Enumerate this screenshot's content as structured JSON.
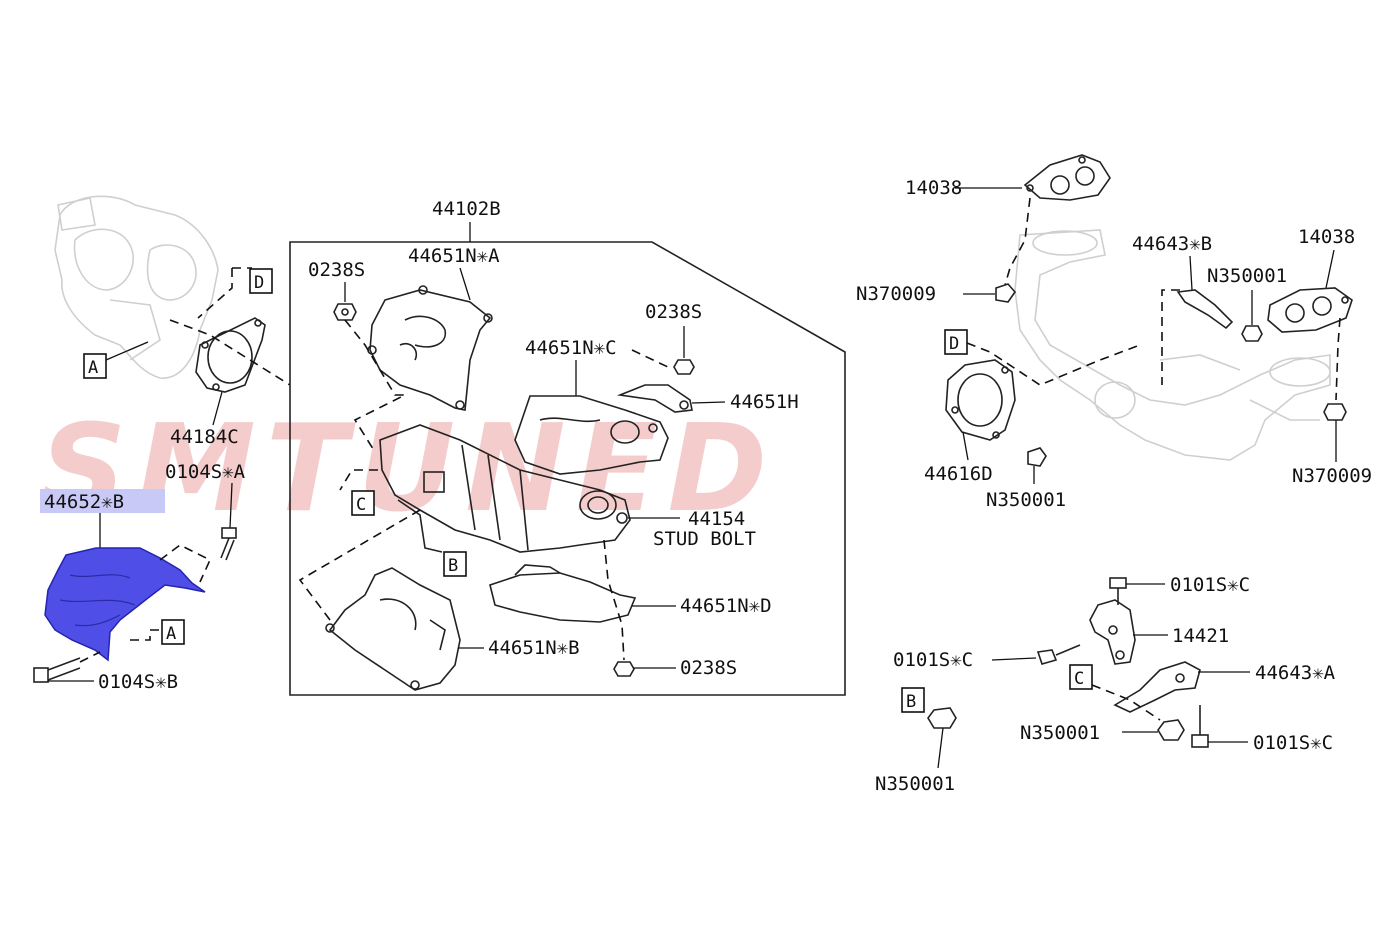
{
  "watermark": "SMTUNED",
  "colors": {
    "highlight_fill": "#4f4fe8",
    "highlight_label_bg": "#c9c9f7",
    "watermark_red": "#f4cccc",
    "watermark_gray": "#e6e6e6"
  },
  "labels": {
    "p44102B": "44102B",
    "p44651NA": "44651N✳A",
    "p0238S_top_left": "0238S",
    "p0238S_top_right": "0238S",
    "p44651NC": "44651N✳C",
    "p44651H": "44651H",
    "p44154": "44154",
    "stud_bolt": "STUD BOLT",
    "p44651ND": "44651N✳D",
    "p44651NB": "44651N✳B",
    "p0238S_bottom": "0238S",
    "p44184C": "44184C",
    "p0104SA": "0104S✳A",
    "p44652B": "44652✳B",
    "p0104SB": "0104S✳B",
    "p14038_left": "14038",
    "p14038_right": "14038",
    "p44643B": "44643✳B",
    "pN350001_right": "N350001",
    "pN370009_left": "N370009",
    "pN370009_right": "N370009",
    "p44616D": "44616D",
    "pN350001_mid": "N350001",
    "p0101SC_top": "0101S✳C",
    "p14421": "14421",
    "p0101SC_left": "0101S✳C",
    "p44643A": "44643✳A",
    "pN350001_lower": "N350001",
    "p0101SC_bottom": "0101S✳C",
    "pN350001_bottom": "N350001"
  },
  "ref_markers": {
    "A1": "A",
    "A2": "A",
    "B1": "B",
    "B2": "B",
    "C1": "C",
    "C2": "C",
    "D1": "D",
    "D2": "D"
  }
}
